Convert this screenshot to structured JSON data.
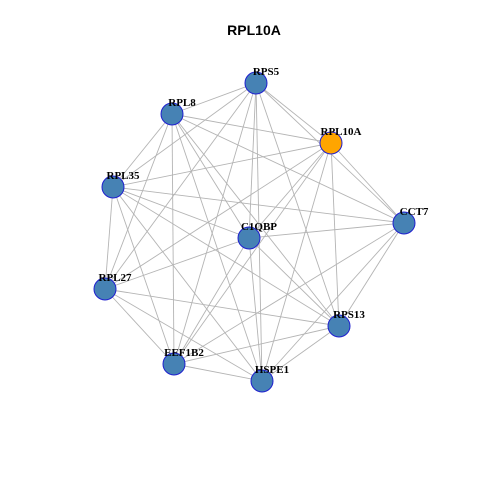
{
  "title": "RPL10A",
  "colors": {
    "default_node": "#4682B4",
    "highlight_node": "#FFA500",
    "node_border": "#1f1fcf",
    "edge": "#b4b4b4"
  },
  "nodes": [
    {
      "id": "RPS5",
      "label": "RPS5",
      "highlight": false
    },
    {
      "id": "RPL8",
      "label": "RPL8",
      "highlight": false
    },
    {
      "id": "RPL10A",
      "label": "RPL10A",
      "highlight": true
    },
    {
      "id": "RPL35",
      "label": "RPL35",
      "highlight": false
    },
    {
      "id": "CCT7",
      "label": "CCT7",
      "highlight": false
    },
    {
      "id": "C1QBP",
      "label": "C1QBP",
      "highlight": false
    },
    {
      "id": "RPL27",
      "label": "RPL27",
      "highlight": false
    },
    {
      "id": "RPS13",
      "label": "RPS13",
      "highlight": false
    },
    {
      "id": "EEF1B2",
      "label": "EEF1B2",
      "highlight": false
    },
    {
      "id": "HSPE1",
      "label": "HSPE1",
      "highlight": false
    }
  ],
  "edges": [
    [
      "RPS5",
      "RPL8"
    ],
    [
      "RPS5",
      "RPL10A"
    ],
    [
      "RPS5",
      "RPL35"
    ],
    [
      "RPS5",
      "CCT7"
    ],
    [
      "RPS5",
      "C1QBP"
    ],
    [
      "RPS5",
      "RPL27"
    ],
    [
      "RPS5",
      "RPS13"
    ],
    [
      "RPS5",
      "EEF1B2"
    ],
    [
      "RPS5",
      "HSPE1"
    ],
    [
      "RPL8",
      "RPL10A"
    ],
    [
      "RPL8",
      "RPL35"
    ],
    [
      "RPL8",
      "CCT7"
    ],
    [
      "RPL8",
      "C1QBP"
    ],
    [
      "RPL8",
      "RPL27"
    ],
    [
      "RPL8",
      "RPS13"
    ],
    [
      "RPL8",
      "EEF1B2"
    ],
    [
      "RPL8",
      "HSPE1"
    ],
    [
      "RPL10A",
      "RPL35"
    ],
    [
      "RPL10A",
      "CCT7"
    ],
    [
      "RPL10A",
      "C1QBP"
    ],
    [
      "RPL10A",
      "RPL27"
    ],
    [
      "RPL10A",
      "RPS13"
    ],
    [
      "RPL10A",
      "EEF1B2"
    ],
    [
      "RPL10A",
      "HSPE1"
    ],
    [
      "RPL35",
      "CCT7"
    ],
    [
      "RPL35",
      "C1QBP"
    ],
    [
      "RPL35",
      "RPL27"
    ],
    [
      "RPL35",
      "RPS13"
    ],
    [
      "RPL35",
      "EEF1B2"
    ],
    [
      "RPL35",
      "HSPE1"
    ],
    [
      "CCT7",
      "C1QBP"
    ],
    [
      "CCT7",
      "RPS13"
    ],
    [
      "CCT7",
      "EEF1B2"
    ],
    [
      "CCT7",
      "HSPE1"
    ],
    [
      "C1QBP",
      "RPL27"
    ],
    [
      "C1QBP",
      "RPS13"
    ],
    [
      "C1QBP",
      "EEF1B2"
    ],
    [
      "C1QBP",
      "HSPE1"
    ],
    [
      "RPL27",
      "RPS13"
    ],
    [
      "RPL27",
      "EEF1B2"
    ],
    [
      "RPL27",
      "HSPE1"
    ],
    [
      "RPS13",
      "EEF1B2"
    ],
    [
      "RPS13",
      "HSPE1"
    ],
    [
      "EEF1B2",
      "HSPE1"
    ]
  ]
}
